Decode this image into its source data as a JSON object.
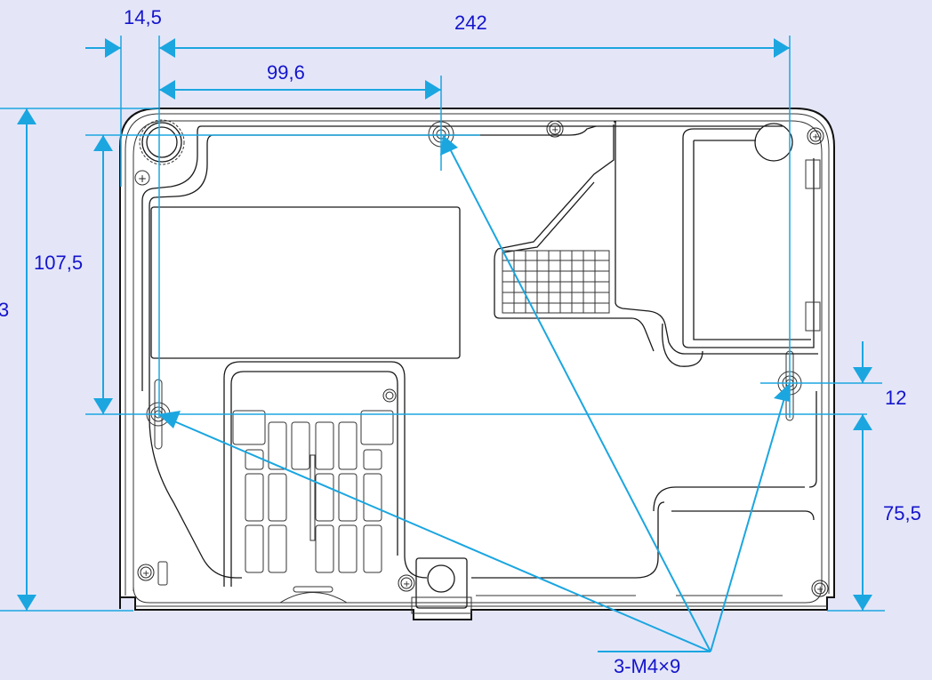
{
  "figure": {
    "subject": "Projector bottom view",
    "background_color": "#e4e6f8",
    "dimension_line_color": "#1ba6e0",
    "label_color": "#1414cc",
    "outline_color": "#1a1a1a"
  },
  "dimensions": {
    "left_offset": "14,5",
    "overall_width": "242",
    "hole_spacing_x": "99,6",
    "overall_height_partial": "3",
    "front_hole_depth": "107,5",
    "rear_hole_offset": "12",
    "rear_hole_height": "75,5"
  },
  "callout": {
    "screw_spec": "3-M4×9"
  }
}
